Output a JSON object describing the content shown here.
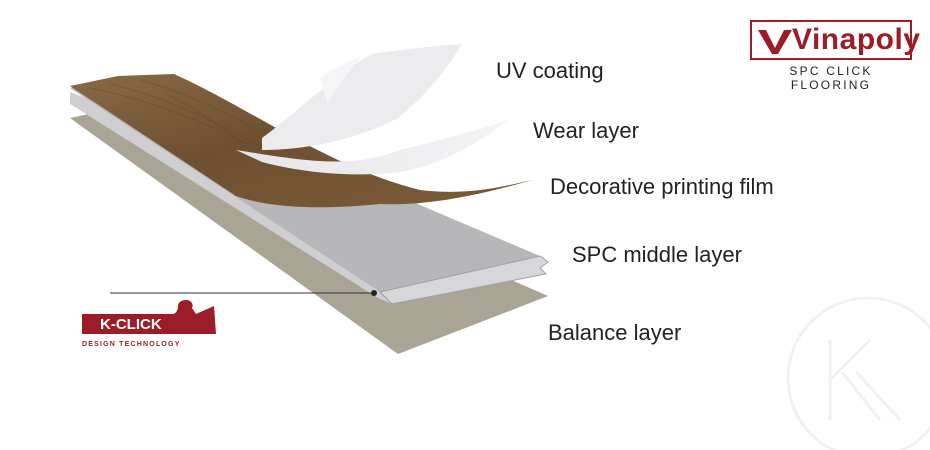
{
  "brand": {
    "name": "Vinapoly",
    "tagline": "SPC CLICK FLOORING",
    "color": "#9c1c28"
  },
  "layers": {
    "uv": "UV coating",
    "wear": "Wear layer",
    "decorative": "Decorative printing film",
    "spc": "SPC middle layer",
    "balance": "Balance layer"
  },
  "badge": {
    "name": "K-CLICK",
    "tagline": "DESIGN TECHNOLOGY",
    "color": "#9c1c28"
  },
  "colors": {
    "wood": "#7a5a37",
    "spc": "#b8b8ba",
    "balance": "#aaa495",
    "film": "#ebebee"
  }
}
